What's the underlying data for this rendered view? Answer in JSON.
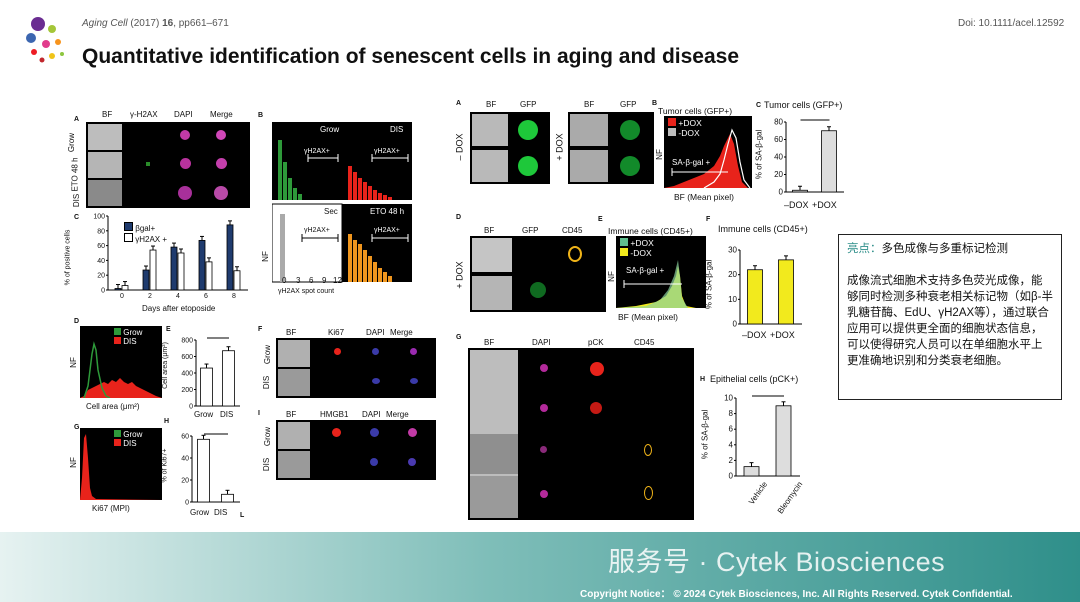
{
  "header": {
    "journal": "Aging Cell",
    "year_pages": "(2017) 16, pp661–671",
    "year_pages_rest": " (2017) ",
    "volume": "16",
    "pages": ", pp661–671",
    "doi": "Doi: 10.1111/acel.12592",
    "title": "Quantitative identification of senescent cells in aging and disease"
  },
  "left_figure": {
    "panel_a": {
      "letter": "A",
      "cols": [
        "BF",
        "γ-H2AX",
        "DAPI",
        "Merge"
      ],
      "rows": [
        "Grow",
        "ETO 48 h",
        "DIS"
      ]
    },
    "panel_b": {
      "letter": "B",
      "quadrants": [
        "Grow",
        "DIS",
        "Sec",
        "ETO 48 h"
      ],
      "gate_label": "γH2AX+",
      "ylabel": "NF",
      "xlabel": "γH2AX spot count",
      "ticks": [
        "0",
        "3",
        "6",
        "9",
        "12"
      ]
    },
    "panel_c": {
      "letter": "C",
      "ylabel": "% of positive cells",
      "xlabel": "Days after etoposide",
      "legend": [
        "βgal+",
        "γH2AX +"
      ],
      "sig": [
        "***",
        "*",
        "*"
      ]
    },
    "panel_d": {
      "letter": "D",
      "legend": [
        "Grow",
        "DIS"
      ],
      "ylabel": "NF",
      "xlabel": "Cell area (μm²)"
    },
    "panel_e": {
      "letter": "E",
      "ylabel": "Cell area (μm²)",
      "sig": "***",
      "cats": [
        "Grow",
        "DIS"
      ]
    },
    "panel_f": {
      "letter": "F",
      "cols": [
        "BF",
        "Ki67",
        "DAPI",
        "Merge"
      ],
      "rows": [
        "Grow",
        "DIS"
      ]
    },
    "panel_g": {
      "letter": "G",
      "legend": [
        "Grow",
        "DIS"
      ],
      "ylabel": "NF",
      "xlabel": "Ki67 (MPI)"
    },
    "panel_h": {
      "letter": "H",
      "ylabel": "% of Ki67+",
      "sig": "***",
      "cats": [
        "Grow",
        "DIS"
      ]
    },
    "panel_i": {
      "letter": "I",
      "cols": [
        "BF",
        "HMGB1",
        "DAPI",
        "Merge"
      ],
      "rows": [
        "Grow",
        "DIS"
      ]
    },
    "panel_l": {
      "letter": "L"
    }
  },
  "right_figure": {
    "panel_a": {
      "letter": "A",
      "cols_left": [
        "BF",
        "GFP"
      ],
      "cols_right": [
        "BF",
        "GFP"
      ],
      "row_left": "– DOX",
      "row_right": "+ DOX"
    },
    "panel_b": {
      "letter": "B",
      "title": "Tumor cells (GFP+)",
      "legend": [
        "+DOX",
        "-DOX"
      ],
      "gate": "SA-β-gal +",
      "ylabel": "NF",
      "xlabel": "BF (Mean pixel)"
    },
    "panel_c": {
      "letter": "C",
      "title": "Tumor cells (GFP+)",
      "ylabel": "% of SA-β-gal",
      "cats": [
        "–DOX",
        "+DOX"
      ],
      "sig": "***"
    },
    "panel_d": {
      "letter": "D",
      "cols": [
        "BF",
        "GFP",
        "CD45"
      ],
      "row": "+ DOX"
    },
    "panel_e": {
      "letter": "E",
      "title": "Immune cells (CD45+)",
      "legend": [
        "+DOX",
        "-DOX"
      ],
      "gate": "SA-β-gal +",
      "ylabel": "NF",
      "xlabel": "BF (Mean pixel)"
    },
    "panel_f": {
      "letter": "F",
      "title": "Immune cells (CD45+)",
      "ylabel": "% of SA-β-gal",
      "cats": [
        "–DOX",
        "+DOX"
      ]
    },
    "panel_g": {
      "letter": "G",
      "cols": [
        "BF",
        "DAPI",
        "pCK",
        "CD45"
      ]
    },
    "panel_h": {
      "letter": "H",
      "title": "Epithelial cells (pCK+)",
      "ylabel": "% of SA-β-gal",
      "cats": [
        "Vehicle",
        "Bleomycin"
      ],
      "sig": "***"
    }
  },
  "chart_data": [
    {
      "type": "bar",
      "panel": "C",
      "categories": [
        "0",
        "2",
        "4",
        "6",
        "8"
      ],
      "xlabel": "Days after etoposide",
      "ylabel": "% of positive cells",
      "ylim": [
        0,
        100
      ],
      "yticks": [
        "0",
        "20",
        "40",
        "60",
        "80",
        "100"
      ],
      "series": [
        {
          "name": "βgal+",
          "values": [
            2,
            27,
            58,
            67,
            88
          ]
        },
        {
          "name": "γH2AX +",
          "values": [
            6,
            54,
            50,
            38,
            26
          ]
        }
      ]
    },
    {
      "type": "bar",
      "panel": "E",
      "categories": [
        "Grow",
        "DIS"
      ],
      "ylabel": "Cell area (μm²)",
      "ylim": [
        0,
        800
      ],
      "yticks": [
        "0",
        "200",
        "400",
        "600",
        "800"
      ],
      "values": [
        460,
        670
      ]
    },
    {
      "type": "bar",
      "panel": "H",
      "categories": [
        "Grow",
        "DIS"
      ],
      "ylabel": "% of Ki67+",
      "ylim": [
        0,
        60
      ],
      "yticks": [
        "0",
        "20",
        "40",
        "60"
      ],
      "values": [
        57,
        7
      ]
    },
    {
      "type": "bar",
      "panel": "C-right",
      "title": "Tumor cells (GFP+)",
      "categories": [
        "–DOX",
        "+DOX"
      ],
      "ylabel": "% of SA-β-gal",
      "ylim": [
        0,
        80
      ],
      "yticks": [
        "0",
        "20",
        "40",
        "60",
        "80"
      ],
      "values": [
        2,
        70
      ]
    },
    {
      "type": "bar",
      "panel": "F-right",
      "title": "Immune cells (CD45+)",
      "categories": [
        "–DOX",
        "+DOX"
      ],
      "ylabel": "% of SA-β-gal",
      "ylim": [
        0,
        30
      ],
      "yticks": [
        "0",
        "10",
        "20",
        "30"
      ],
      "values": [
        22,
        26
      ]
    },
    {
      "type": "bar",
      "panel": "H-right",
      "title": "Epithelial cells (pCK+)",
      "categories": [
        "Vehicle",
        "Bleomycin"
      ],
      "ylabel": "% of SA-β-gal",
      "ylim": [
        0,
        10
      ],
      "yticks": [
        "0",
        "2",
        "4",
        "6",
        "8",
        "10"
      ],
      "values": [
        1.2,
        9
      ]
    }
  ],
  "highlight": {
    "label": "亮点：",
    "heading": "多色成像与多重标记检测",
    "body": "成像流式细胞术支持多色荧光成像，能够同时检测多种衰老相关标记物（如β-半乳糖苷酶、EdU、γH2AX等），通过联合应用可以提供更全面的细胞状态信息，可以使得研究人员可以在单细胞水平上更准确地识别和分类衰老细胞。"
  },
  "footer": {
    "watermark": "服务号 · Cytek Biosciences",
    "copyright": "Copyright Notice： © 2024 Cytek Biosciences, Inc. All Rights Reserved. Cytek Confidential."
  },
  "colors": {
    "accent": "#2f8f8a",
    "red": "#e8231b",
    "green": "#2e9a3a",
    "orange": "#f0961e",
    "navy": "#1f3b6e",
    "yellow": "#f2ea1d"
  }
}
